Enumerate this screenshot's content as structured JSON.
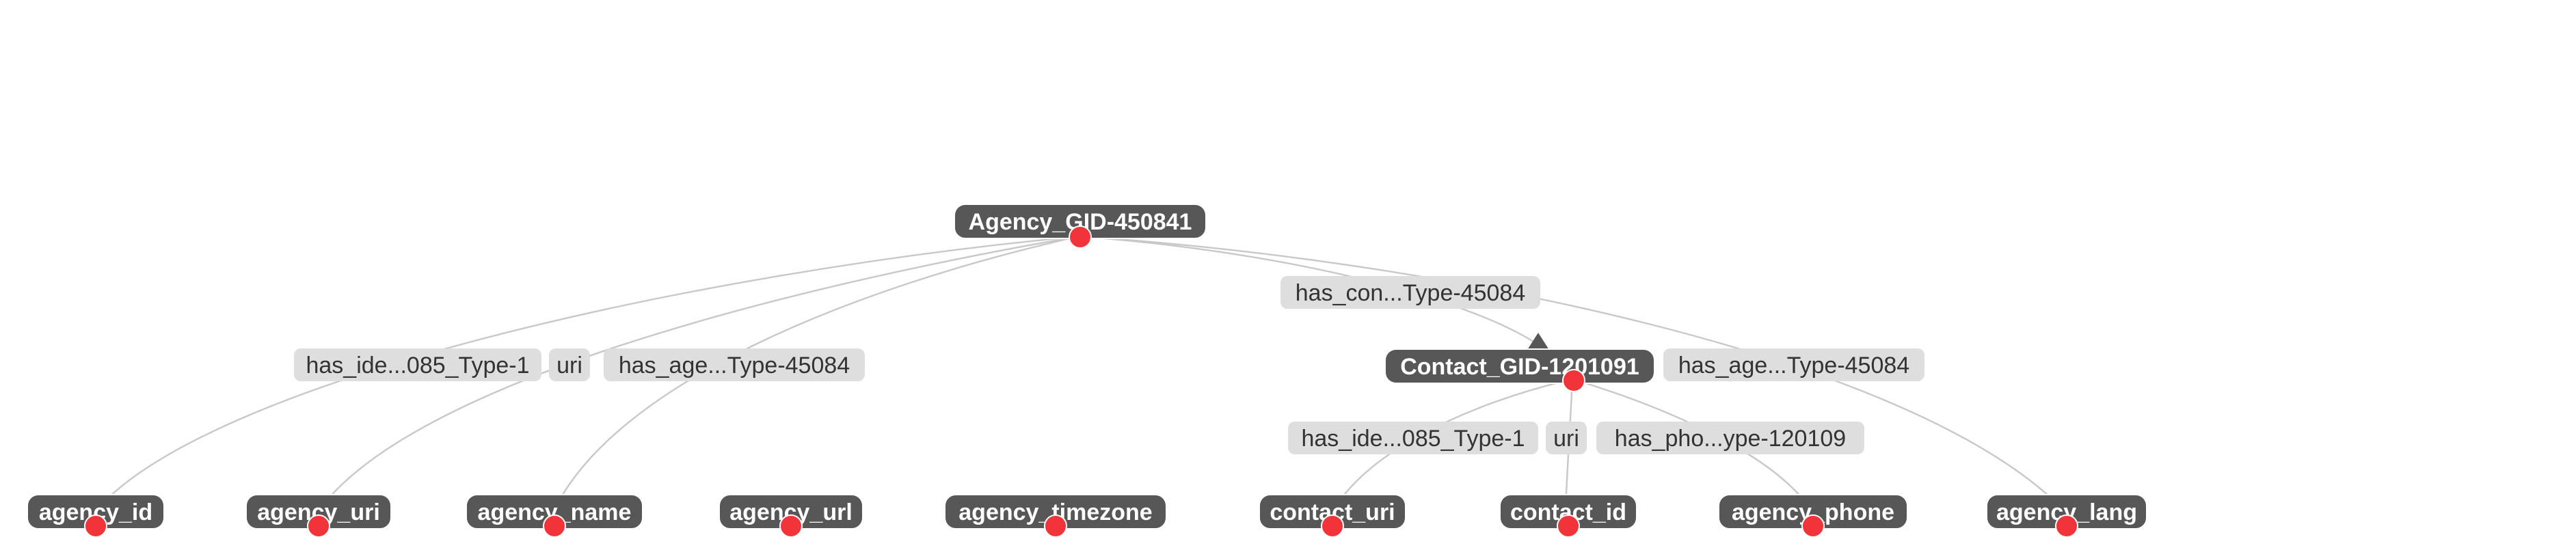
{
  "colors": {
    "node_fill": "#575757",
    "node_text": "#ffffff",
    "edge": "#c8c8c8",
    "edge_label_fill": "#dedede",
    "edge_label_text": "#333333",
    "marker": "#f0343a"
  },
  "nodes": {
    "agency": "Agency_GID-450841",
    "contact": "Contact_GID-1201091",
    "agency_id": "agency_id",
    "agency_uri": "agency_uri",
    "agency_name": "agency_name",
    "agency_url": "agency_url",
    "agency_timezone": "agency_timezone",
    "contact_uri": "contact_uri",
    "contact_id": "contact_id",
    "agency_phone": "agency_phone",
    "agency_lang": "agency_lang"
  },
  "edges": [
    {
      "from": "agency",
      "to": "agency_id",
      "label": "has_ide...085_Type-1"
    },
    {
      "from": "agency",
      "to": "agency_uri",
      "label": "uri"
    },
    {
      "from": "agency",
      "to": "agency_name",
      "label": "has_age...Type-45084"
    },
    {
      "from": "agency",
      "to": "contact",
      "label": "has_con...Type-45084"
    },
    {
      "from": "agency",
      "to": "agency_lang",
      "label": "has_age...Type-45084"
    },
    {
      "from": "contact",
      "to": "contact_uri",
      "label": "has_ide...085_Type-1"
    },
    {
      "from": "contact",
      "to": "contact_id",
      "label": "uri"
    },
    {
      "from": "contact",
      "to": "agency_phone",
      "label": "has_pho...ype-120109"
    }
  ]
}
